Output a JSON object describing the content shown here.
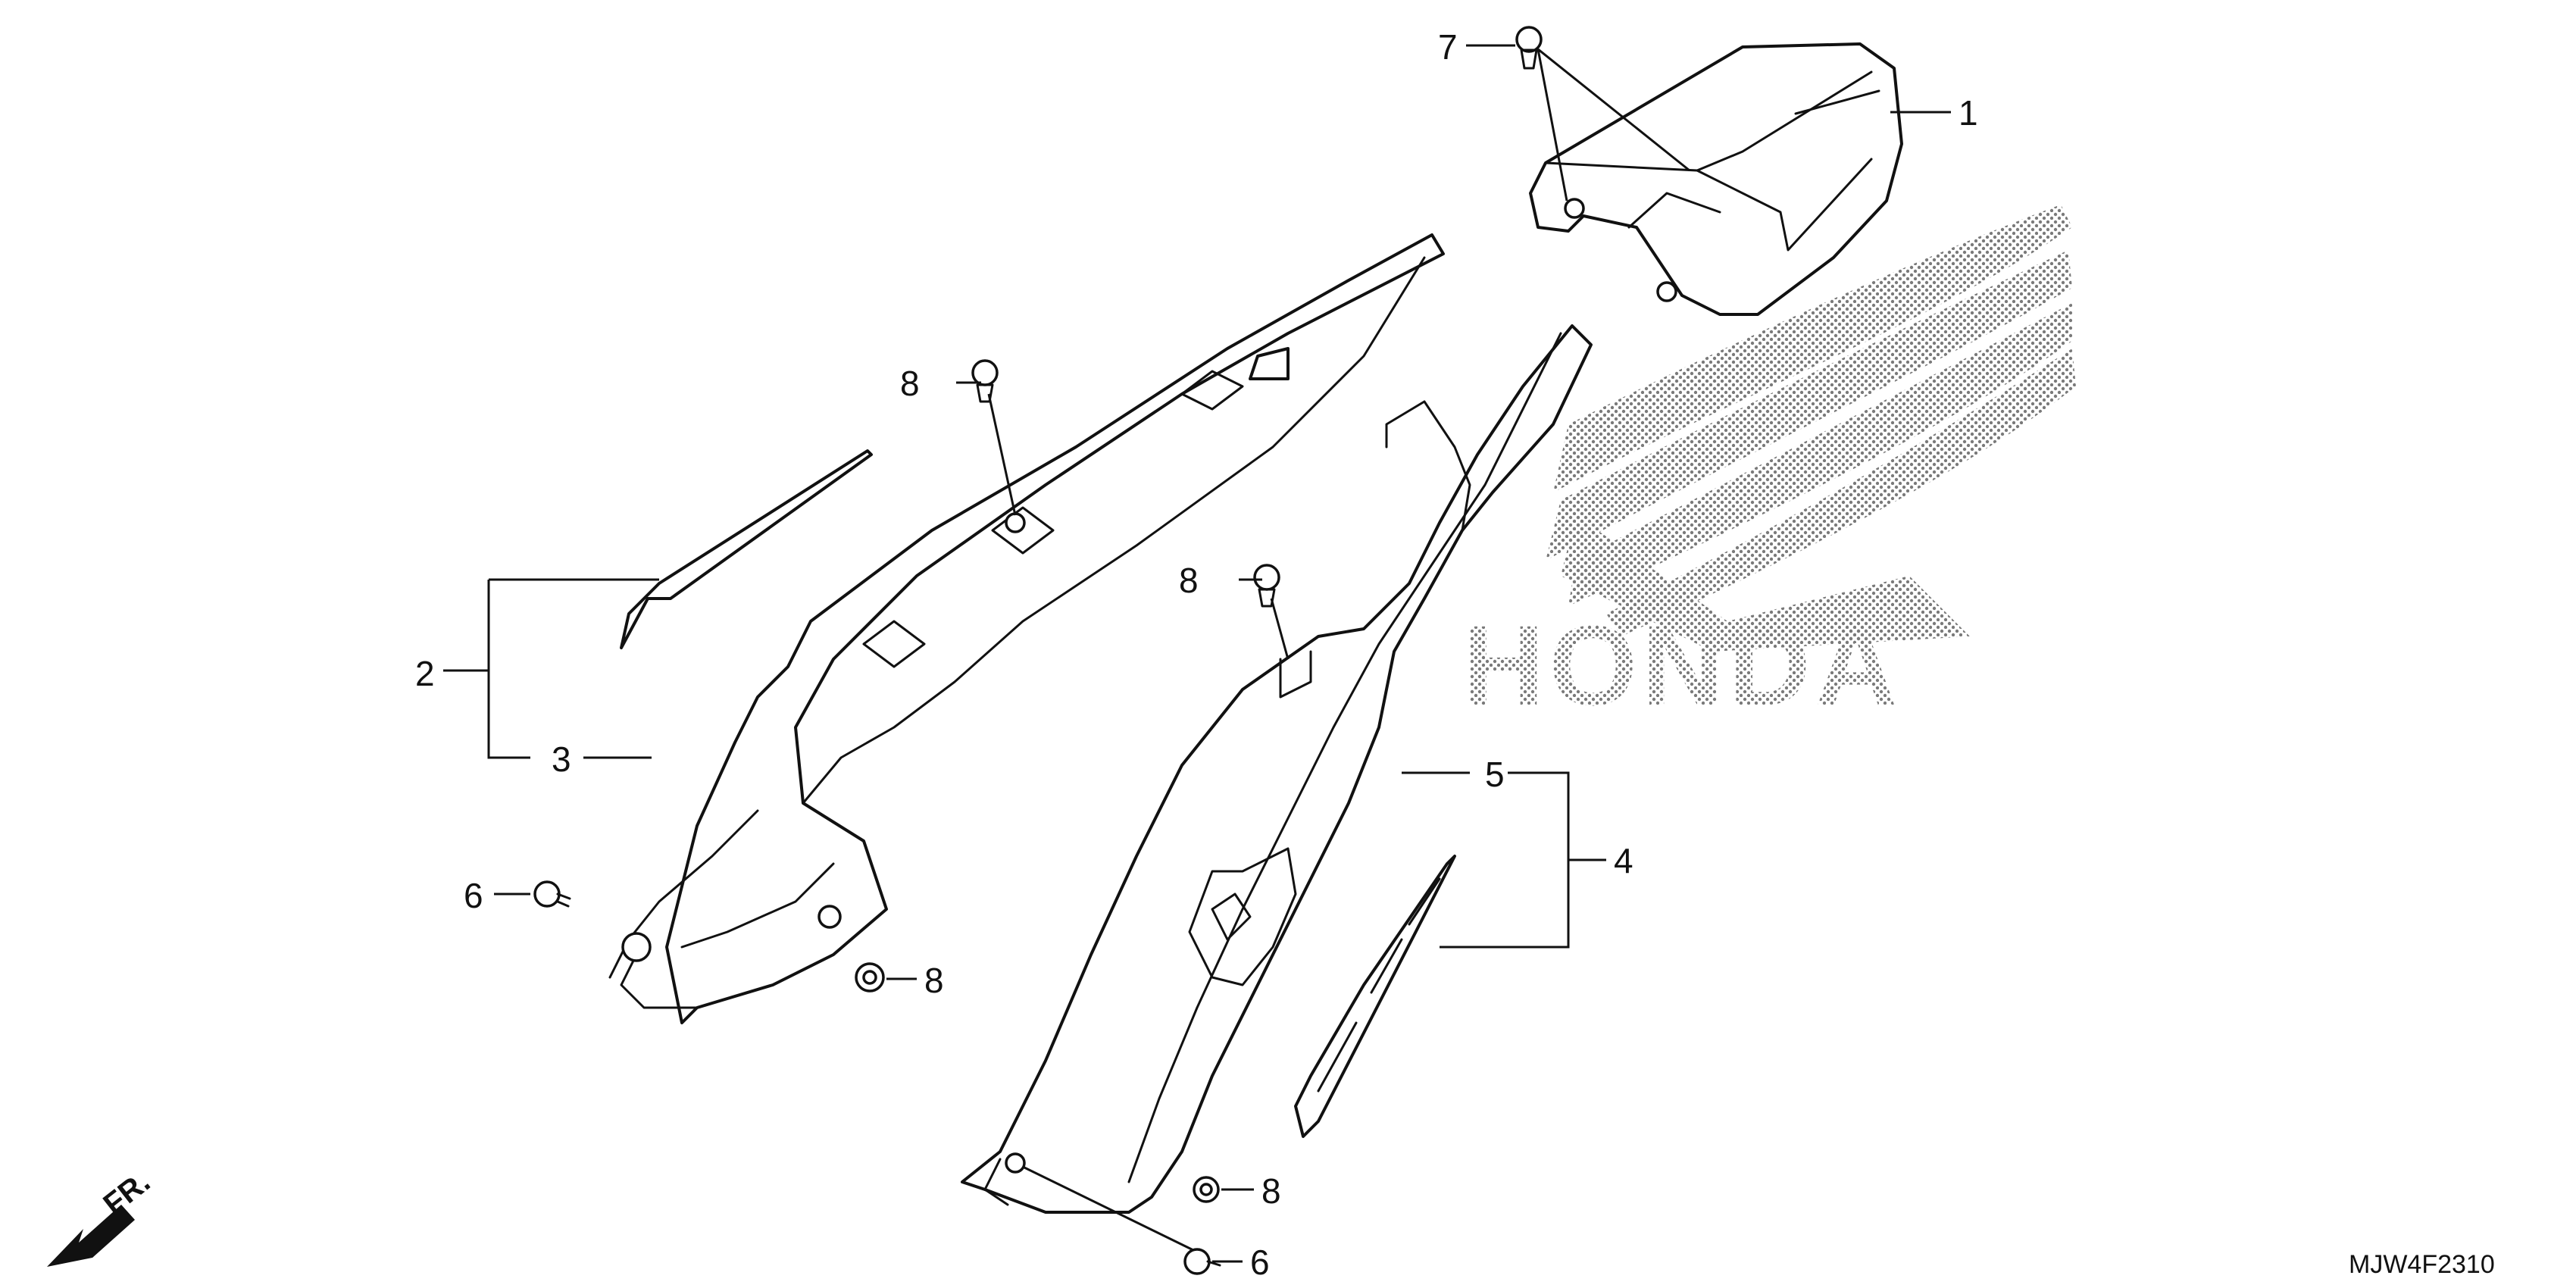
{
  "watermark": {
    "brand": "HONDA"
  },
  "direction_indicator": {
    "label": "FR."
  },
  "diagram_code": "MJW4F2310",
  "callouts": {
    "p1": "1",
    "p2": "2",
    "p3": "3",
    "p4": "4",
    "p5": "5",
    "p6": "6",
    "p7": "7",
    "p8a": "8",
    "p8b": "8",
    "p8c": "8",
    "p8d": "8",
    "p6b": "6"
  }
}
